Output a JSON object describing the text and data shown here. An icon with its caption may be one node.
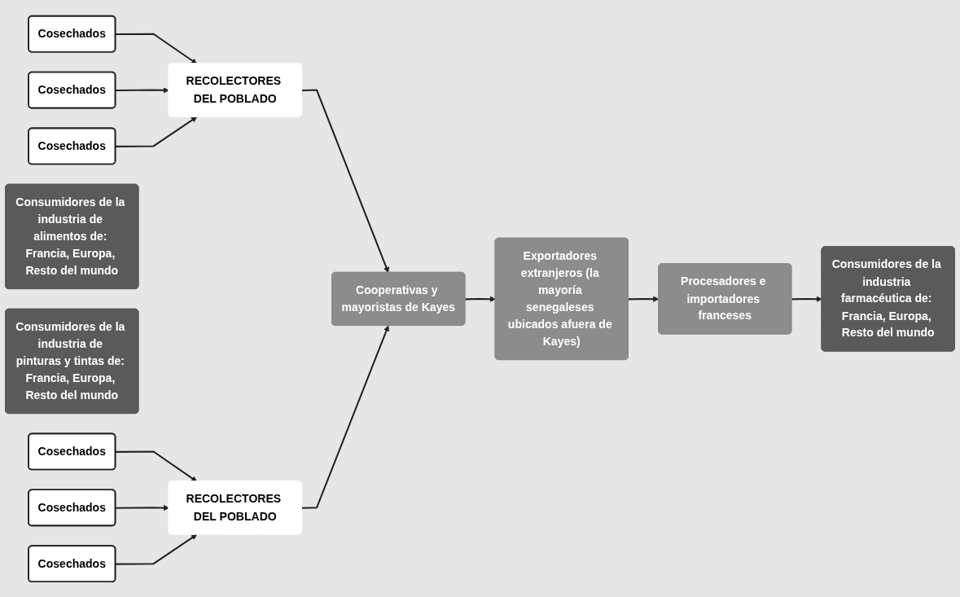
{
  "diagram": {
    "nodes": [
      {
        "text": [
          "Cosechados"
        ]
      },
      {
        "text": [
          "Cosechados"
        ]
      },
      {
        "text": [
          "Cosechados"
        ]
      },
      {
        "text": [
          "RECOLECTORES DEL POBLADO"
        ]
      },
      {
        "text": [
          "Cooperativas y mayoristas de Kayes"
        ]
      },
      {
        "text": [
          "Exportadores extranjeros (la mayoría senegaleses ubicados afuera de Kayes)"
        ]
      },
      {
        "text": [
          "Procesadores e importadores franceses"
        ]
      },
      {
        "text": [
          "Consumidores de la industria de alimentos de: Francia, Europa, Resto del mundo"
        ]
      },
      {
        "text": [
          "Consumidores de la industria farmacéutica de: Francia, Europa, Resto del mundo"
        ]
      },
      {
        "text": [
          "Consumidores de la industria de pinturas y tintas de: Francia, Europa, Resto del mundo"
        ]
      },
      {
        "text": [
          "Cosechados"
        ]
      },
      {
        "text": [
          "Cosechados"
        ]
      },
      {
        "text": [
          "Cosechados"
        ]
      },
      {
        "text": [
          "RECOLECTORES DEL POBLADO"
        ]
      }
    ],
    "edges": [
      {
        "from": 0,
        "to": 3,
        "arrow": "to"
      },
      {
        "from": 1,
        "to": 3,
        "arrow": "to"
      },
      {
        "from": 2,
        "to": 3,
        "arrow": "to"
      },
      {
        "from": 3,
        "to": 4,
        "arrow": "to"
      },
      {
        "from": 10,
        "to": 13,
        "arrow": "to"
      },
      {
        "from": 11,
        "to": 13,
        "arrow": "to"
      },
      {
        "from": 12,
        "to": 13,
        "arrow": "to"
      },
      {
        "from": 13,
        "to": 4,
        "arrow": "to"
      },
      {
        "from": 4,
        "to": 5,
        "arrow": "to"
      },
      {
        "from": 5,
        "to": 6,
        "arrow": "to"
      },
      {
        "from": 6,
        "to": 8,
        "arrow": "to"
      }
    ]
  }
}
